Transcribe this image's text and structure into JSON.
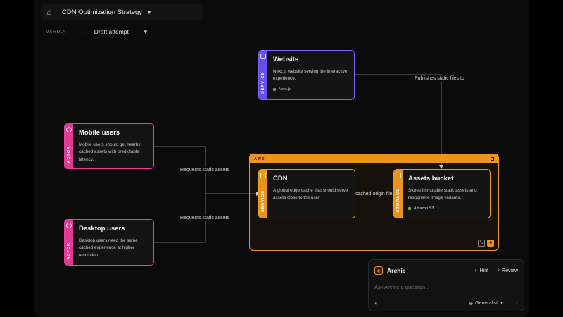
{
  "header": {
    "title": "CDN Optimization Strategy"
  },
  "variant": {
    "label": "VARIANT",
    "dash": "–",
    "value": "Draft attempt"
  },
  "nodes": {
    "website": {
      "kind": "SERVICE",
      "name": "Website",
      "desc": "Next.js website serving the interactive experience.",
      "tech": "Next.js"
    },
    "mobile": {
      "kind": "ACTOR",
      "name": "Mobile users",
      "desc": "Mobile users should get nearby cached assets with predictable latency."
    },
    "desktop": {
      "kind": "ACTOR",
      "name": "Desktop users",
      "desc": "Desktop users need the same cached experience at higher resolution."
    },
    "cdn": {
      "kind": "SERVICE",
      "name": "CDN",
      "desc": "A global edge cache that should serve assets close to the user."
    },
    "bucket": {
      "kind": "STORAGE",
      "name": "Assets bucket",
      "desc": "Stores immutable static assets and responsive image variants.",
      "tech": "Amazon S3"
    }
  },
  "group": {
    "label": "AWS"
  },
  "edges": {
    "publishes": "Publishes static files to",
    "requests1": "Requests static assets",
    "requests2": "Requests static assets",
    "cached": "cached origin file"
  },
  "chat": {
    "name": "Archie",
    "hint": "Hint",
    "review": "Review",
    "placeholder": "Ask Archie a question...",
    "mode": "Generalist"
  },
  "colors": {
    "service": "#6a4df0",
    "actor": "#e03a91",
    "aws": "#e8951a"
  }
}
